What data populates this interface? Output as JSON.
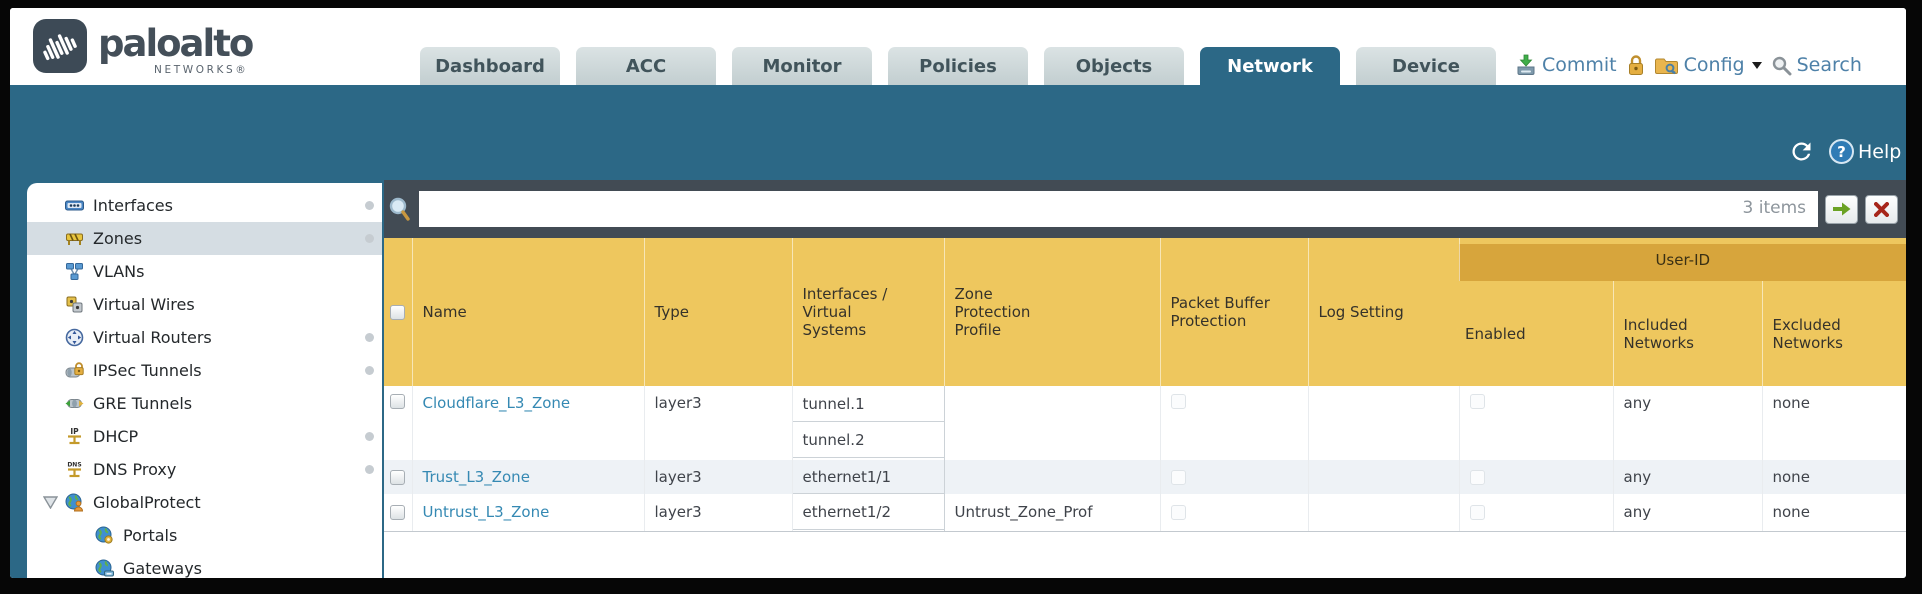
{
  "brand": {
    "name": "paloalto",
    "sub": "NETWORKS®"
  },
  "nav": {
    "tabs": [
      {
        "label": "Dashboard",
        "active": false
      },
      {
        "label": "ACC",
        "active": false
      },
      {
        "label": "Monitor",
        "active": false
      },
      {
        "label": "Policies",
        "active": false
      },
      {
        "label": "Objects",
        "active": false
      },
      {
        "label": "Network",
        "active": true
      },
      {
        "label": "Device",
        "active": false
      }
    ]
  },
  "toolbar": {
    "commit_label": "Commit",
    "config_label": "Config",
    "search_label": "Search"
  },
  "band": {
    "help_label": "Help"
  },
  "sidebar": {
    "items": [
      {
        "label": "Interfaces",
        "icon": "interfaces-icon",
        "dot": true,
        "selected": false,
        "level": 0
      },
      {
        "label": "Zones",
        "icon": "zones-icon",
        "dot": true,
        "selected": true,
        "level": 0
      },
      {
        "label": "VLANs",
        "icon": "vlans-icon",
        "dot": false,
        "selected": false,
        "level": 0
      },
      {
        "label": "Virtual Wires",
        "icon": "virtual-wires-icon",
        "dot": false,
        "selected": false,
        "level": 0
      },
      {
        "label": "Virtual Routers",
        "icon": "virtual-routers-icon",
        "dot": true,
        "selected": false,
        "level": 0
      },
      {
        "label": "IPSec Tunnels",
        "icon": "ipsec-tunnels-icon",
        "dot": true,
        "selected": false,
        "level": 0
      },
      {
        "label": "GRE Tunnels",
        "icon": "gre-tunnels-icon",
        "dot": false,
        "selected": false,
        "level": 0
      },
      {
        "label": "DHCP",
        "icon": "dhcp-icon",
        "dot": true,
        "selected": false,
        "level": 0
      },
      {
        "label": "DNS Proxy",
        "icon": "dns-proxy-icon",
        "dot": true,
        "selected": false,
        "level": 0
      },
      {
        "label": "GlobalProtect",
        "icon": "globalprotect-icon",
        "dot": false,
        "selected": false,
        "level": 0,
        "expanded": true
      },
      {
        "label": "Portals",
        "icon": "portals-icon",
        "dot": false,
        "selected": false,
        "level": 1
      },
      {
        "label": "Gateways",
        "icon": "gateways-icon",
        "dot": false,
        "selected": false,
        "level": 1
      }
    ]
  },
  "filter": {
    "value": "",
    "count_label": "3 items"
  },
  "table": {
    "group_header": "User-ID",
    "columns": [
      {
        "label": "Name"
      },
      {
        "label": "Type"
      },
      {
        "label": "Interfaces / Virtual Systems"
      },
      {
        "label": "Zone Protection Profile"
      },
      {
        "label": "Packet Buffer Protection"
      },
      {
        "label": "Log Setting"
      },
      {
        "label": "Enabled"
      },
      {
        "label": "Included Networks"
      },
      {
        "label": "Excluded Networks"
      }
    ],
    "rows": [
      {
        "name": "Cloudflare_L3_Zone",
        "type": "layer3",
        "interfaces": [
          "tunnel.1",
          "tunnel.2"
        ],
        "zone_protection_profile": "",
        "packet_buffer_protection": false,
        "log_setting": "",
        "enabled": false,
        "included_networks": "any",
        "excluded_networks": "none"
      },
      {
        "name": "Trust_L3_Zone",
        "type": "layer3",
        "interfaces": [
          "ethernet1/1"
        ],
        "zone_protection_profile": "",
        "packet_buffer_protection": false,
        "log_setting": "",
        "enabled": false,
        "included_networks": "any",
        "excluded_networks": "none"
      },
      {
        "name": "Untrust_L3_Zone",
        "type": "layer3",
        "interfaces": [
          "ethernet1/2"
        ],
        "zone_protection_profile": "Untrust_Zone_Prof",
        "packet_buffer_protection": false,
        "log_setting": "",
        "enabled": false,
        "included_networks": "any",
        "excluded_networks": "none"
      }
    ]
  },
  "colors": {
    "teal": "#2c6886",
    "header_gold": "#eec75e",
    "userid_gold": "#d7a53c",
    "link_blue": "#3589b3",
    "action_blue": "#4e81a8"
  }
}
